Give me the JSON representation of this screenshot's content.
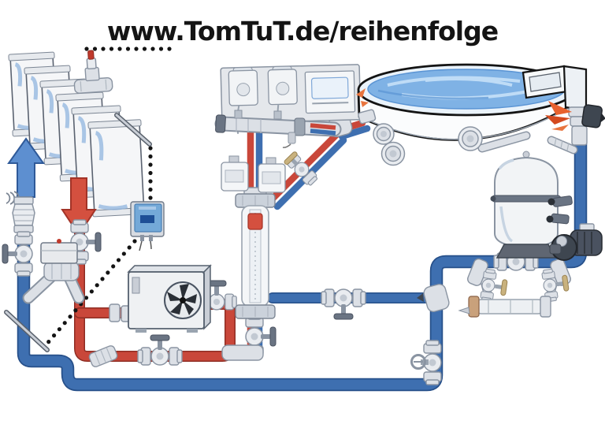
{
  "title": "www.TomTuT.de/reihenfolge",
  "colors": {
    "pipe-blue": "#3E6FB0",
    "pipe-blue-dark": "#27508A",
    "pipe-red": "#C9473A",
    "pipe-red-dark": "#8F2E24",
    "fitting-grey": "#DCE0E6",
    "fitting-line": "#8A94A2",
    "water-blue": "#7FB2E5",
    "water-rim": "#EAF3FB",
    "water-streak": "#C7E0F7",
    "float-red": "#D4503F",
    "splash-orange": "#E8622E",
    "controller-blue": "#6FA7DA",
    "screen-blue": "#1E4F96",
    "dark-grey": "#454D59",
    "ink": "#141414"
  },
  "components": [
    "solar-collector-array",
    "solar-air-vent-valve",
    "cold-feed-up-arrow",
    "hot-return-down-arrow",
    "temperature-sensor",
    "solar-controller",
    "three-way-motor-valve",
    "check-valve",
    "ball-valves",
    "heat-pump",
    "flow-meter",
    "dosing-station",
    "dosing-pumps",
    "chemical-canisters",
    "dosing-manifold",
    "swimming-pool",
    "return-jets",
    "skimmer",
    "sand-filter",
    "circulation-pump",
    "uv-bypass-cell",
    "suction-line-blue",
    "return-line-red"
  ]
}
